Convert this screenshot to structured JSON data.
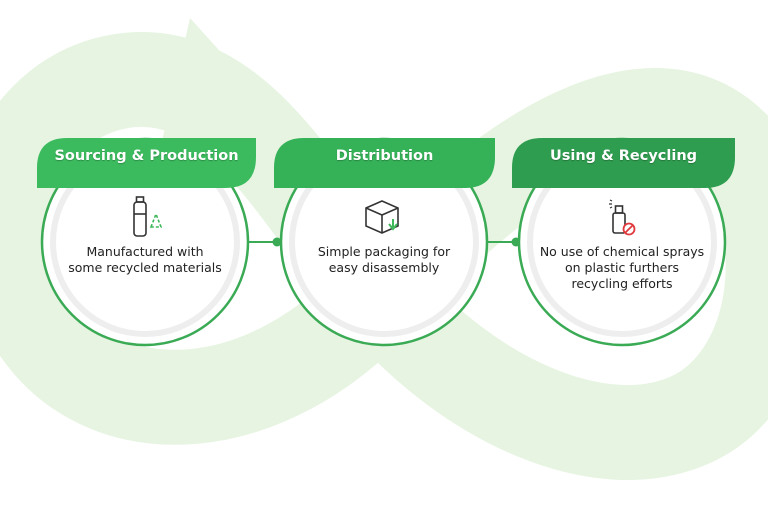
{
  "colors": {
    "background_flow": "#e3f3de",
    "ring": "#3aaa55",
    "banner_1": "#3bbb5e",
    "banner_2": "#35b258",
    "banner_3": "#2f9d4f",
    "icon_stroke": "#333333",
    "icon_accent": "#3fb85b",
    "prohibited": "#e0393e"
  },
  "stages": [
    {
      "title": "Sourcing & Production",
      "description": "Manufactured with\nsome recycled materials",
      "icon": "bottle-recycle-icon"
    },
    {
      "title": "Distribution",
      "description": "Simple packaging for\neasy disassembly",
      "icon": "box-download-icon"
    },
    {
      "title": "Using & Recycling",
      "description": "No use of chemical sprays\non plastic furthers\nrecycling efforts",
      "icon": "no-spray-icon"
    }
  ]
}
